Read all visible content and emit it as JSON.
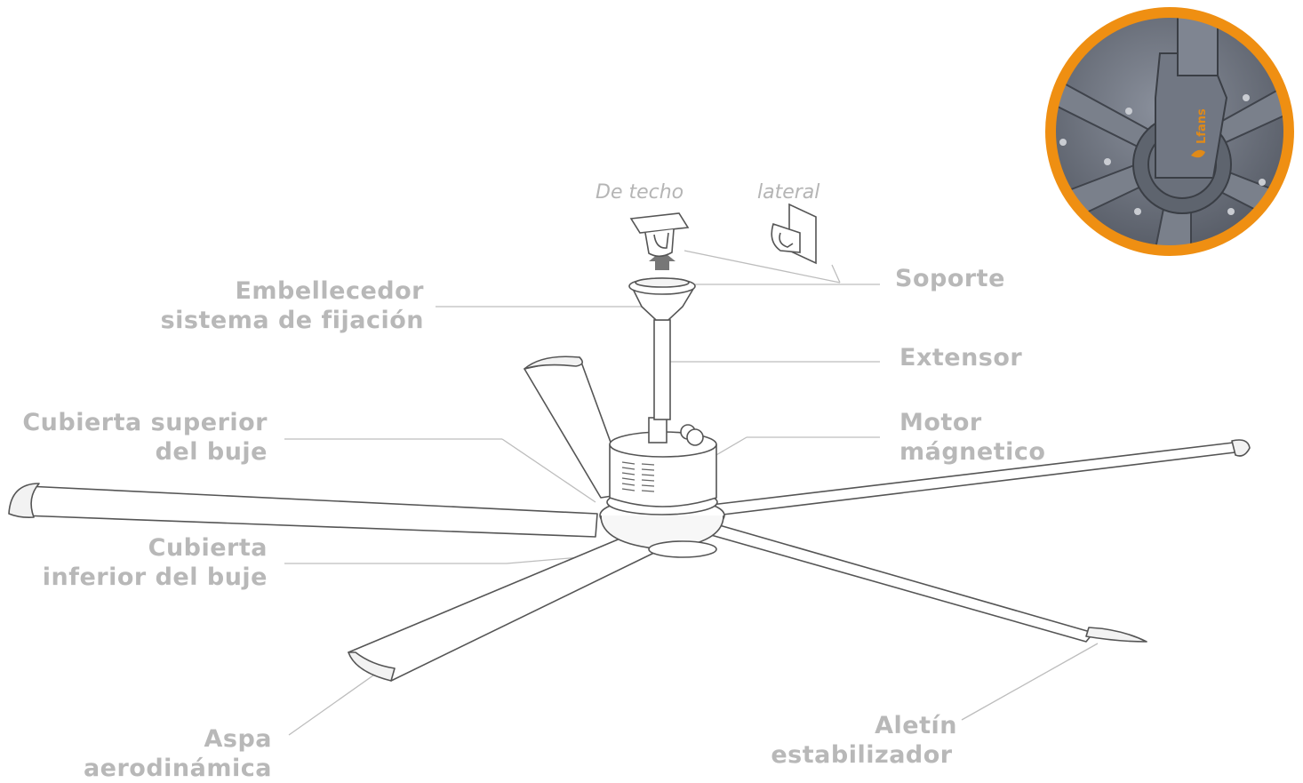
{
  "bracket_types": {
    "ceiling": "De techo",
    "lateral": "lateral"
  },
  "labels": {
    "soporte": "Soporte",
    "embellecedor": [
      "Embellecedor",
      "sistema de fijación"
    ],
    "extensor": "Extensor",
    "cubierta_superior": [
      "Cubierta superior",
      "del buje"
    ],
    "motor": [
      "Motor",
      "mágnetico"
    ],
    "cubierta_inferior": [
      "Cubierta",
      "inferior del buje"
    ],
    "aspa": [
      "Aspa",
      "aerodinámica"
    ],
    "aletin": [
      "Aletín",
      "estabilizador"
    ]
  },
  "inset": {
    "brand_text": "Lfans"
  },
  "colors": {
    "label_text": "#b8b8b8",
    "leader_line": "#bdbdbd",
    "drawing_stroke": "#555555",
    "inset_ring": "#ef8f12",
    "inset_metal": "#6f7480"
  }
}
